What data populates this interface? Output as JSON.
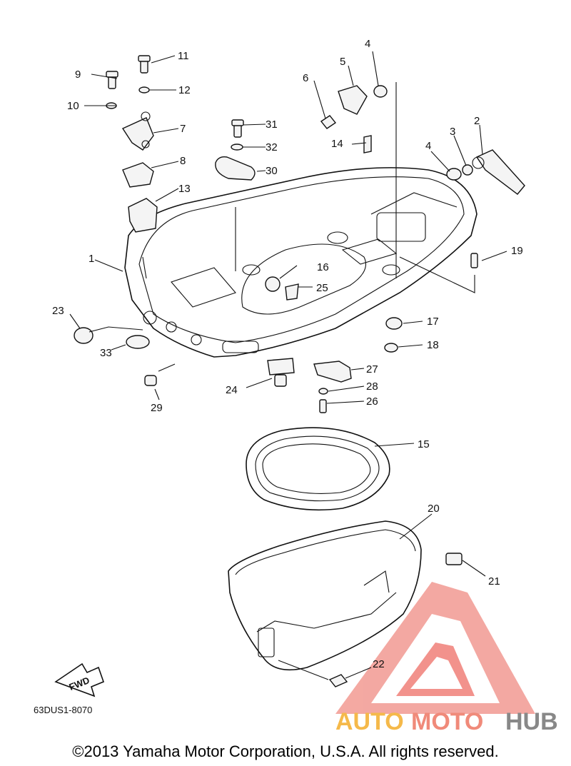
{
  "diagram_code": "63DUS1-8070",
  "fwd_label": "FWD",
  "copyright": "©2013 Yamaha Motor Corporation, U.S.A. All rights reserved.",
  "watermark": {
    "auto": "AUTO",
    "moto": "MOTO",
    "hub": "HUB",
    "colors": {
      "auto": "#f5b94a",
      "moto": "#f08a7a",
      "hub": "#888888",
      "logo": "#f07f78"
    }
  },
  "callouts": [
    "1",
    "2",
    "3",
    "4",
    "4",
    "5",
    "6",
    "7",
    "8",
    "9",
    "10",
    "11",
    "12",
    "13",
    "14",
    "15",
    "16",
    "17",
    "18",
    "19",
    "20",
    "21",
    "22",
    "23",
    "24",
    "25",
    "26",
    "27",
    "28",
    "29",
    "30",
    "31",
    "32",
    "33"
  ]
}
